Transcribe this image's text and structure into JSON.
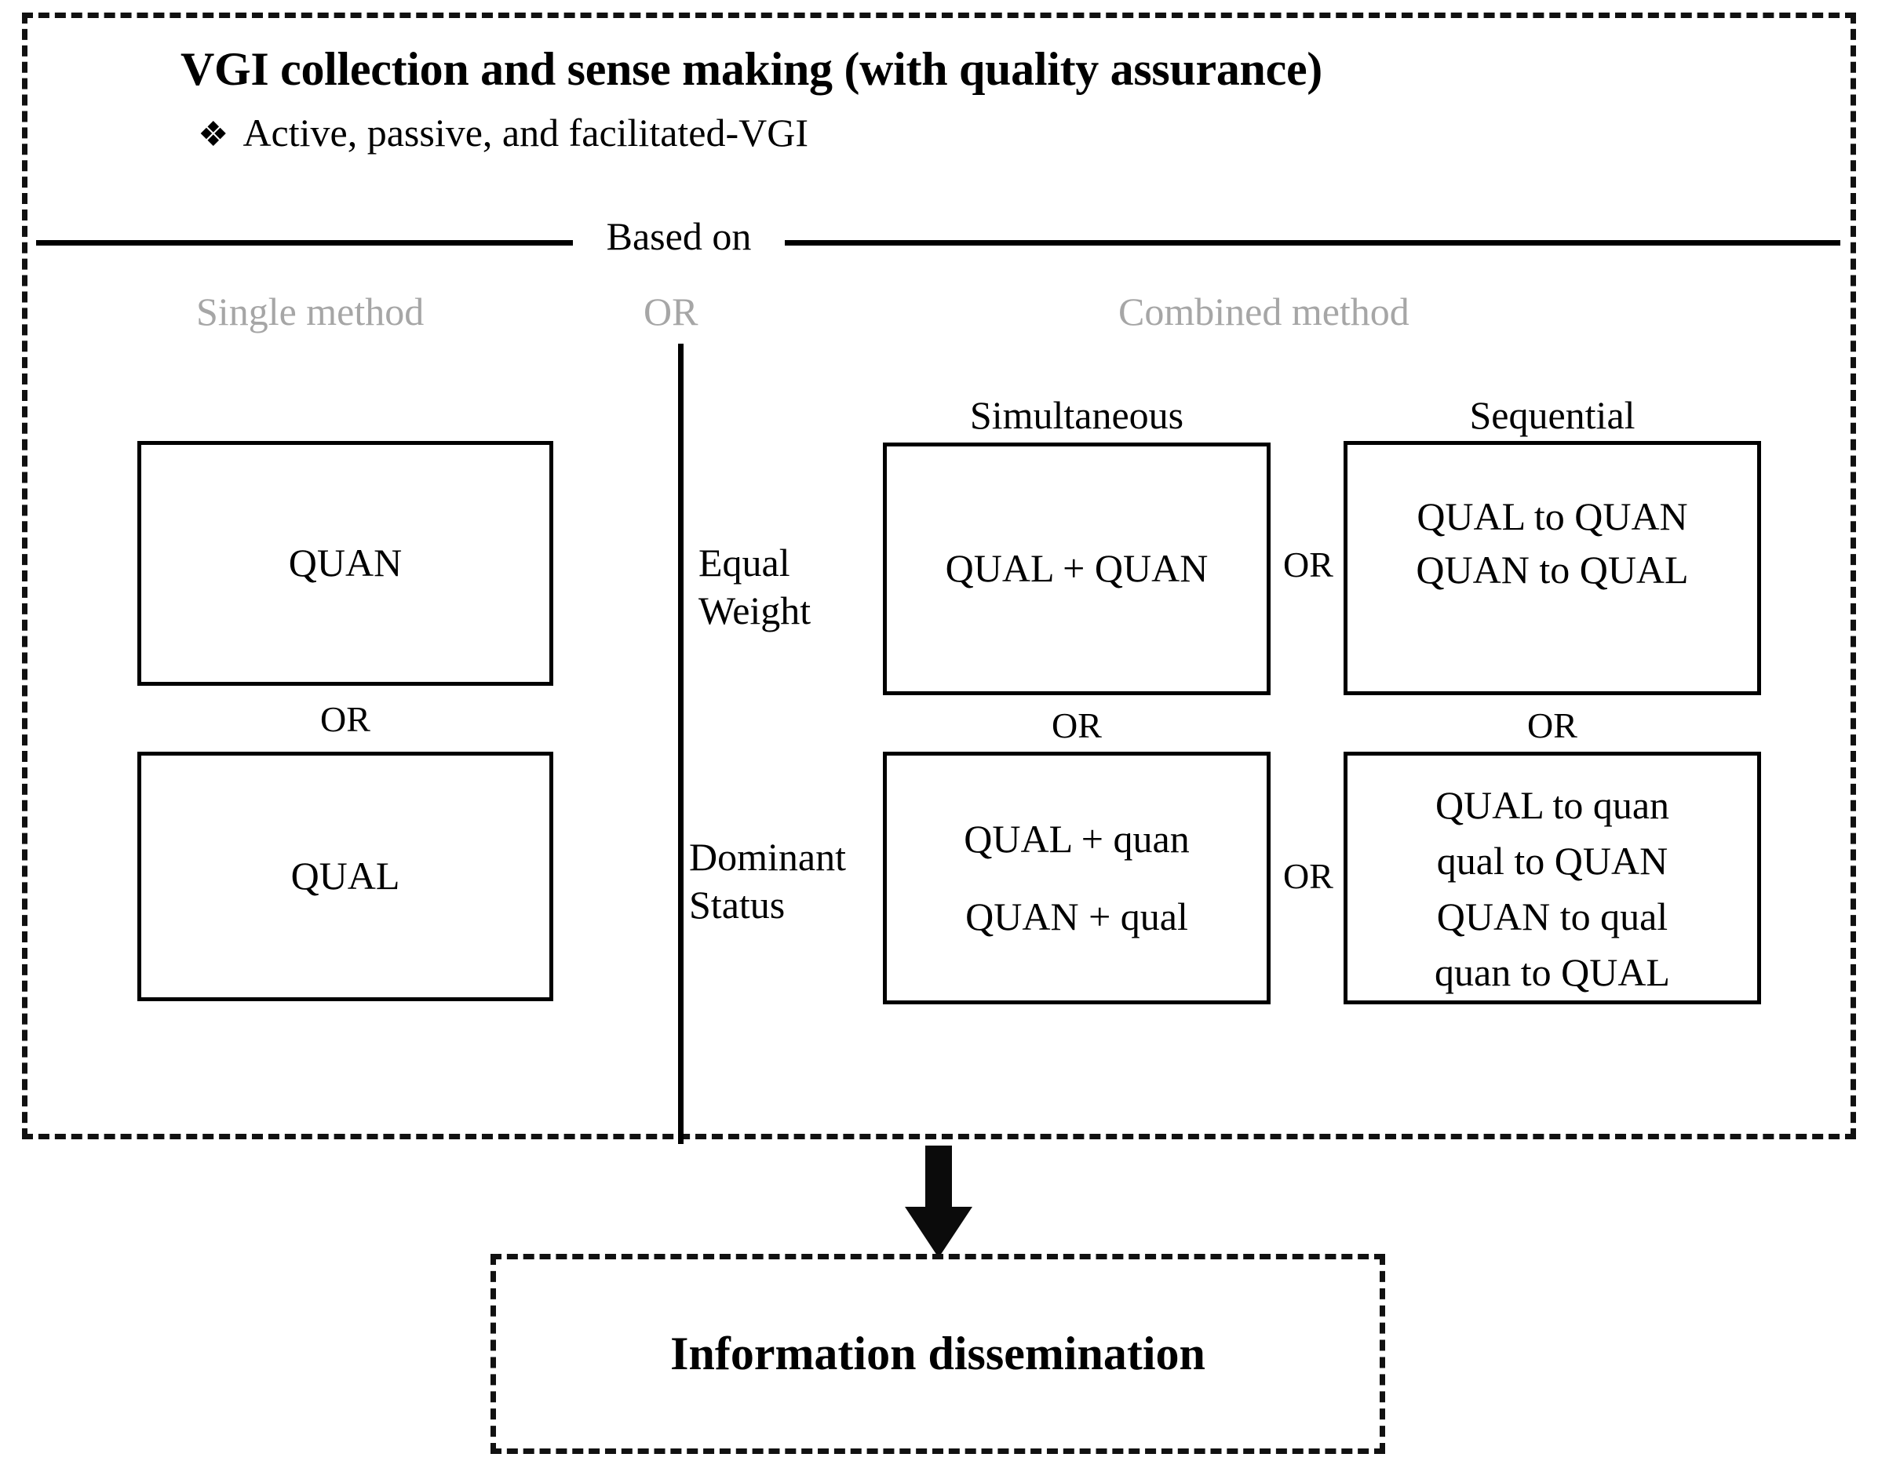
{
  "header": {
    "title": "VGI collection and sense making (with quality assurance)",
    "bullet_glyph": "❖",
    "bullet_text": "Active, passive, and facilitated-VGI"
  },
  "divider": {
    "based_on_label": "Based on"
  },
  "columns": {
    "single_method_label": "Single method",
    "or_between_columns": "OR",
    "combined_method_label": "Combined method",
    "gray_color": "#a6a6a6"
  },
  "single_method": {
    "boxes": [
      {
        "text": "QUAN"
      },
      {
        "text": "QUAL"
      }
    ],
    "or_between_boxes": "OR"
  },
  "combined_method": {
    "sub_headers": {
      "simultaneous": "Simultaneous",
      "sequential": "Sequential"
    },
    "rows": [
      {
        "row_label_line1": "Equal",
        "row_label_line2": "Weight",
        "simultaneous_lines": [
          "QUAL + QUAN"
        ],
        "or_between_boxes": "OR",
        "sequential_lines": [
          "QUAL to QUAN",
          "QUAN to QUAL"
        ]
      },
      {
        "row_label_line1": "Dominant",
        "row_label_line2": "Status",
        "simultaneous_lines": [
          "QUAL + quan",
          "QUAN + qual"
        ],
        "or_between_boxes": "OR",
        "sequential_lines": [
          "QUAL to quan",
          "qual to QUAN",
          "QUAN to qual",
          "quan to QUAL"
        ]
      }
    ],
    "or_between_rows_simultaneous": "OR",
    "or_between_rows_sequential": "OR"
  },
  "flow": {
    "arrow_icon": "down-arrow-icon",
    "output_label": "Information dissemination"
  }
}
